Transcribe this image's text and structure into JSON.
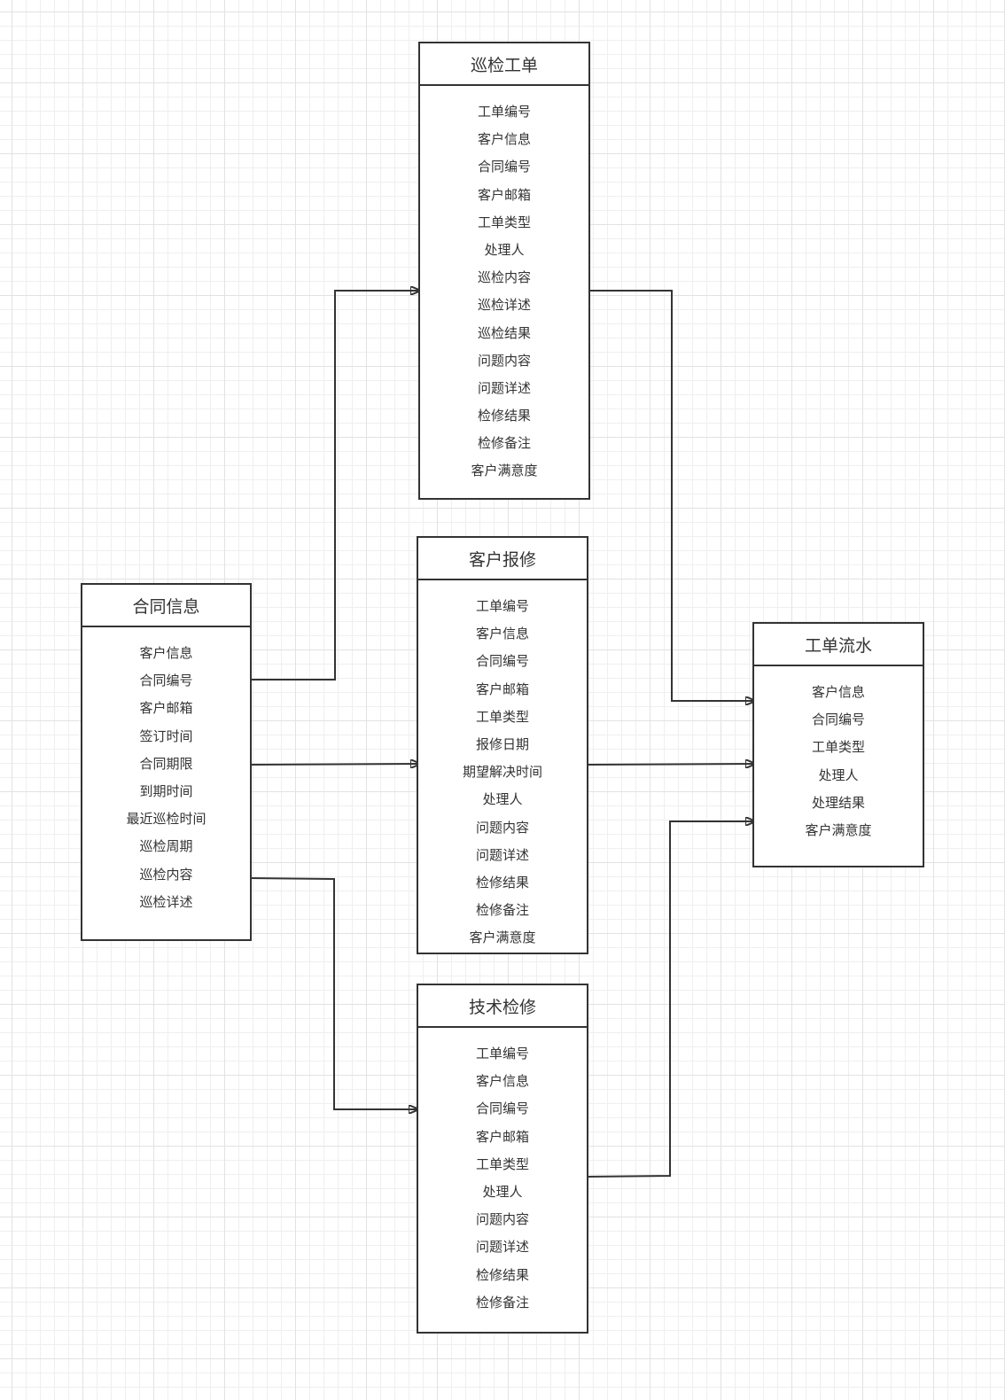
{
  "entities": {
    "inspection_order": {
      "title": "巡检工单",
      "fields": [
        "工单编号",
        "客户信息",
        "合同编号",
        "客户邮箱",
        "工单类型",
        "处理人",
        "巡检内容",
        "巡检详述",
        "巡检结果",
        "问题内容",
        "问题详述",
        "检修结果",
        "检修备注",
        "客户满意度"
      ]
    },
    "customer_repair": {
      "title": "客户报修",
      "fields": [
        "工单编号",
        "客户信息",
        "合同编号",
        "客户邮箱",
        "工单类型",
        "报修日期",
        "期望解决时间",
        "处理人",
        "问题内容",
        "问题详述",
        "检修结果",
        "检修备注",
        "客户满意度"
      ]
    },
    "contract_info": {
      "title": "合同信息",
      "fields": [
        "客户信息",
        "合同编号",
        "客户邮箱",
        "签订时间",
        "合同期限",
        "到期时间",
        "最近巡检时间",
        "巡检周期",
        "巡检内容",
        "巡检详述"
      ]
    },
    "work_order_flow": {
      "title": "工单流水",
      "fields": [
        "客户信息",
        "合同编号",
        "工单类型",
        "处理人",
        "处理结果",
        "客户满意度"
      ]
    },
    "tech_repair": {
      "title": "技术检修",
      "fields": [
        "工单编号",
        "客户信息",
        "合同编号",
        "客户邮箱",
        "工单类型",
        "处理人",
        "问题内容",
        "问题详述",
        "检修结果",
        "检修备注"
      ]
    }
  }
}
